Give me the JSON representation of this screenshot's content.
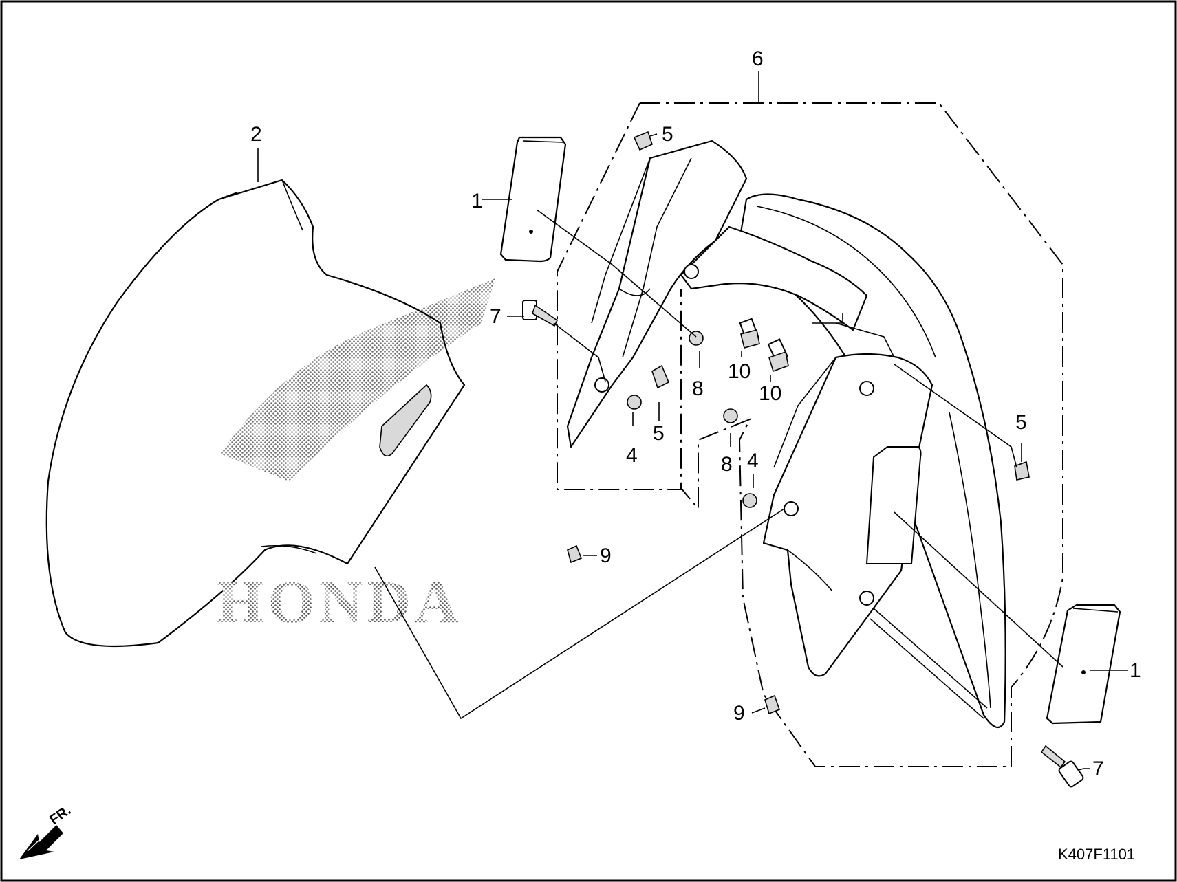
{
  "diagram_code": "K407F1101",
  "direction_label": "FR.",
  "logo_text": "HONDA",
  "callouts": {
    "c1_left": "1",
    "c1_right": "1",
    "c2": "2",
    "c4_left": "4",
    "c4_right": "4",
    "c5_top": "5",
    "c5_mid": "5",
    "c5_right": "5",
    "c6": "6",
    "c7_left": "7",
    "c7_right": "7",
    "c8_left": "8",
    "c8_right": "8",
    "c9_left": "9",
    "c9_right": "9",
    "c10_left": "10",
    "c10_right": "10"
  }
}
